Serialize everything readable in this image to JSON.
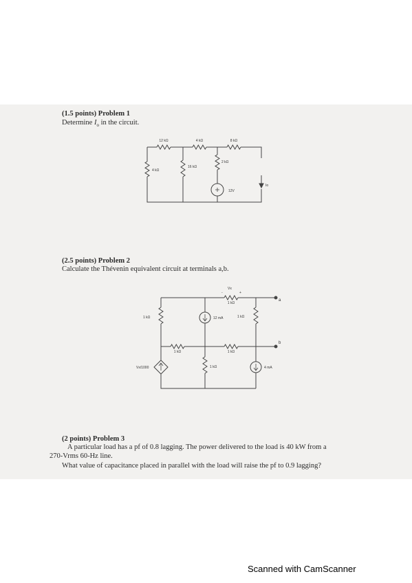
{
  "problem1": {
    "heading": "(1.5 points) Problem 1",
    "prompt_prefix": "Determine ",
    "prompt_var": "I",
    "prompt_sub": "o",
    "prompt_suffix": " in the circuit.",
    "labels": {
      "r12k": "12 kΩ",
      "r4k_top": "4 kΩ",
      "r8k": "8 kΩ",
      "r2k": "2 kΩ",
      "r4k_left": "4 kΩ",
      "r16k": "16 kΩ",
      "v12": "12V",
      "io": "Io"
    }
  },
  "problem2": {
    "heading": "(2.5 points) Problem 2",
    "prompt": "Calculate the Thévenin equivalent circuit at terminals a,b.",
    "labels": {
      "vx": "Vx",
      "vx_plus": "+",
      "vx_minus": "-",
      "r_top": "1 kΩ",
      "r_left": "1 kΩ",
      "i12": "12 mA",
      "r_right": "1 kΩ",
      "term_a": "a",
      "r_mid_left": "1 kΩ",
      "r_mid_right": "1 kΩ",
      "term_b": "b",
      "vdep": "Vx/1000",
      "r_low": "1 kΩ",
      "i4": "4 mA"
    }
  },
  "problem3": {
    "heading": "(2 points) Problem 3",
    "line1": "A particular load has a pf of 0.8 lagging. The power delivered to the load is 40 kW from a",
    "line2": "270-Vrms 60-Hz line.",
    "line3": "What value of capacitance placed in parallel with the load will raise the pf to 0.9 lagging?"
  },
  "footer": {
    "text": "Scanned with CamScanner"
  }
}
